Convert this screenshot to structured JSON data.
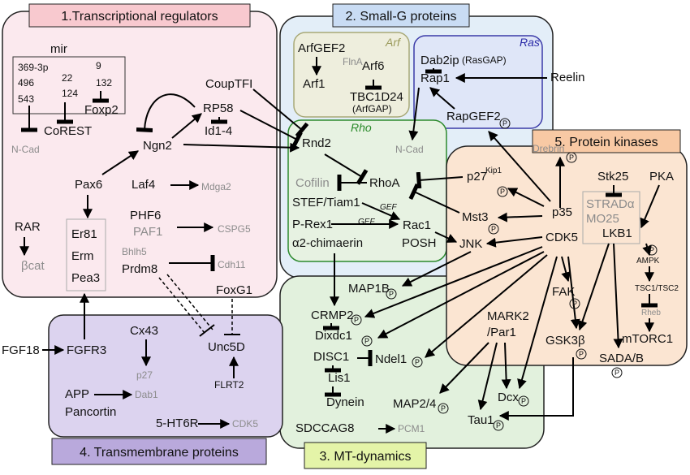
{
  "sections": {
    "transcriptional": "1.Transcriptional regulators",
    "small_g": "2. Small-G proteins",
    "mt_dynamics": "3. MT-dynamics",
    "transmembrane": "4. Transmembrane  proteins",
    "kinases": "5. Protein kinases"
  },
  "subgroups": {
    "arf": "Arf",
    "ras": "Ras",
    "rho": "Rho",
    "mir": "mir"
  },
  "phospho_symbol": "P",
  "nodes": {
    "mir_369": "369-3p",
    "mir_9": "9",
    "mir_496": "496",
    "mir_22": "22",
    "mir_132": "132",
    "mir_124": "124",
    "mir_543": "543",
    "corest": "CoREST",
    "foxp2": "Foxp2",
    "ncad1": "N-Cad",
    "pax6": "Pax6",
    "ngn2": "Ngn2",
    "rp58": "RP58",
    "id14": "Id1-4",
    "coupfti": "CoupTFI",
    "laf4": "Laf4",
    "mdga2": "Mdga2",
    "rar": "RAR",
    "bcat": "βcat",
    "er81": "Er81",
    "erm": "Erm",
    "pea3": "Pea3",
    "phf6": "PHF6",
    "paf1": "PAF1",
    "cspg5": "CSPG5",
    "bhlh5": "Bhlh5",
    "prdm8": "Prdm8",
    "cdh11": "Cdh11",
    "foxg1": "FoxG1",
    "arfgef2": "ArfGEF2",
    "flna": "FlnA",
    "arf1": "Arf1",
    "arf6": "Arf6",
    "tbc1d24": "TBC1D24",
    "arfgap": "(ArfGAP)",
    "dab2ip": "Dab2ip",
    "rasgap": "(RasGAP)",
    "rap1": "Rap1",
    "reelin": "Reelin",
    "rapgef2": "RapGEF2",
    "ncad2": "N-Cad",
    "rnd2": "Rnd2",
    "cofilin": "Cofilin",
    "rhoa": "RhoA",
    "stef": "STEF/Tiam1",
    "prex1": "P-Rex1",
    "chim": "α2-chimaerin",
    "rac1": "Rac1",
    "posh": "POSH",
    "gef": "GEF",
    "p27k": "p27",
    "kip1": "Kip1",
    "mst3": "Mst3",
    "jnk": "JNK",
    "drebrin": "Drebrin",
    "stk25": "Stk25",
    "pka": "PKA",
    "strada": "STRADα",
    "mo25": "MO25",
    "lkb1": "LKB1",
    "p35": "p35",
    "cdk5": "CDK5",
    "ampk": "AMPK",
    "tsc": "TSC1/TSC2",
    "rheb": "Rheb",
    "mtorc1": "mTORC1",
    "fak": "FAK",
    "gsk3b": "GSK3β",
    "sadab": "SADA/B",
    "map1b": "MAP1B",
    "crmp2": "CRMP2",
    "dixdc1": "Dixdc1",
    "disc1": "DISC1",
    "ndel1": "Ndel1",
    "lis1": "Lis1",
    "dynein": "Dynein",
    "mark2": "MARK2",
    "par1": "/Par1",
    "map24": "MAP2/4",
    "dcx": "Dcx",
    "tau1": "Tau1",
    "sdccag8": "SDCCAG8",
    "pcm1": "PCM1",
    "fgf18": "FGF18",
    "fgfr3": "FGFR3",
    "cx43": "Cx43",
    "p27": "p27",
    "unc5d": "Unc5D",
    "flrt2": "FLRT2",
    "app": "APP",
    "pancortin": "Pancortin",
    "dab1": "Dab1",
    "ht6r": "5-HT6R",
    "cdk5g": "CDK5"
  }
}
